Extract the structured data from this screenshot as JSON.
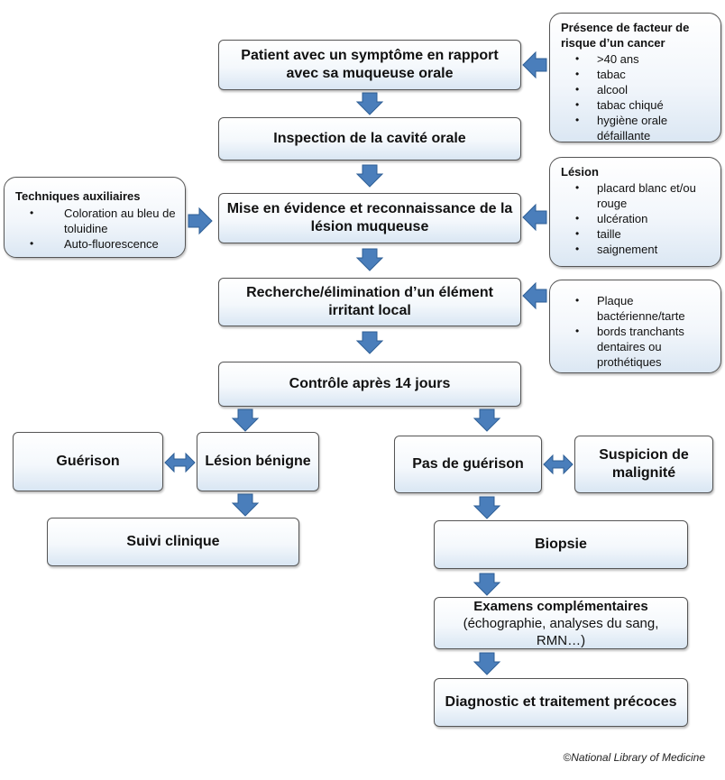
{
  "flow": {
    "patient": "Patient avec un symptôme en rapport avec sa muqueuse orale",
    "inspection": "Inspection de la cavité orale",
    "mise_en_evidence": "Mise en évidence et reconnaissance de la lésion muqueuse",
    "recherche": "Recherche/élimination d’un élément irritant local",
    "controle": "Contrôle après 14 jours",
    "guerison": "Guérison",
    "lesion_benigne": "Lésion bénigne",
    "suivi": "Suivi clinique",
    "pas_guerison": "Pas de guérison",
    "suspicion": "Suspicion de malignité",
    "biopsie": "Biopsie",
    "examens_title": "Examens complémentaires",
    "examens_detail": "(échographie, analyses du sang, RMN…)",
    "diagnostic": "Diagnostic et traitement précoces"
  },
  "risk_box": {
    "title": "Présence de facteur de risque d’un cancer",
    "items": [
      ">40 ans",
      "tabac",
      "alcool",
      "tabac chiqué",
      "hygiène orale défaillante"
    ]
  },
  "lesion_box": {
    "title": "Lésion",
    "items": [
      "placard blanc et/ou rouge",
      "ulcération",
      "taille",
      "saignement"
    ]
  },
  "techniques_box": {
    "title": "Techniques auxiliaires",
    "items": [
      "Coloration au bleu de toluidine",
      "Auto-fluorescence"
    ]
  },
  "irritant_box": {
    "items": [
      "Plaque bactérienne/tarte",
      "bords tranchants dentaires ou prothétiques"
    ]
  },
  "credit": "©National Library of Medicine",
  "colors": {
    "arrow_fill": "#4a7ebb",
    "arrow_stroke": "#2f5f96"
  }
}
